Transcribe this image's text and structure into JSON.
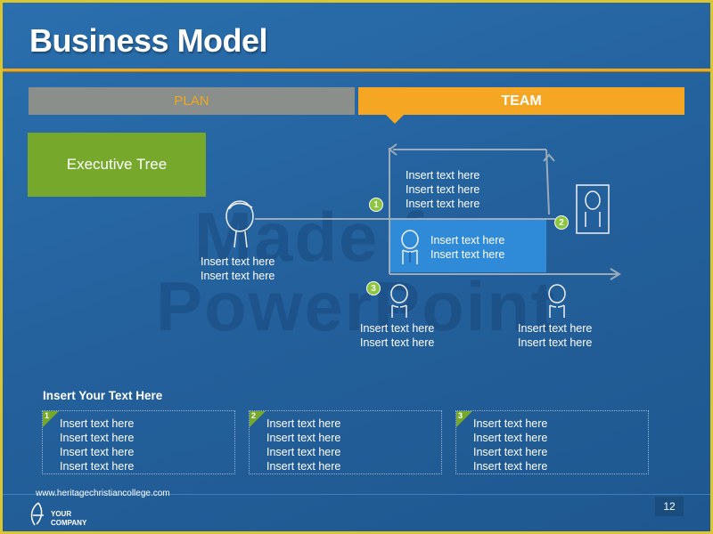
{
  "slide": {
    "title": "Business Model",
    "tabs": {
      "plan": "PLAN",
      "team": "TEAM"
    },
    "executive_box": "Executive Tree",
    "watermark": [
      "Made for",
      "PowerPoint"
    ],
    "diagram": {
      "left_person_text": [
        "Insert text here",
        "Insert text here"
      ],
      "top_box_text": [
        "Insert text here",
        "Insert text here",
        "Insert text here"
      ],
      "highlight_text": [
        "Insert text here",
        "Insert text here"
      ],
      "bottom_mid_text": [
        "Insert text here",
        "Insert text here"
      ],
      "bottom_right_text": [
        "Insert text here",
        "Insert text here"
      ],
      "markers": [
        "1",
        "2",
        "3"
      ]
    },
    "bottom_heading": "Insert Your Text Here",
    "boxes": [
      {
        "num": "1",
        "lines": [
          "Insert text here",
          "Insert text here",
          "Insert text here",
          "Insert text here"
        ]
      },
      {
        "num": "2",
        "lines": [
          "Insert text here",
          "Insert text here",
          "Insert text here",
          "Insert text here"
        ]
      },
      {
        "num": "3",
        "lines": [
          "Insert text here",
          "Insert text here",
          "Insert text here",
          "Insert text here"
        ]
      }
    ],
    "footer": {
      "url": "www.heritagechristiancollege.com",
      "company": [
        "YOUR",
        "COMPANY"
      ],
      "page_number": "12"
    },
    "colors": {
      "accent_orange": "#f5a623",
      "accent_green": "#76a82c",
      "background_blue": "#235f9a"
    }
  }
}
